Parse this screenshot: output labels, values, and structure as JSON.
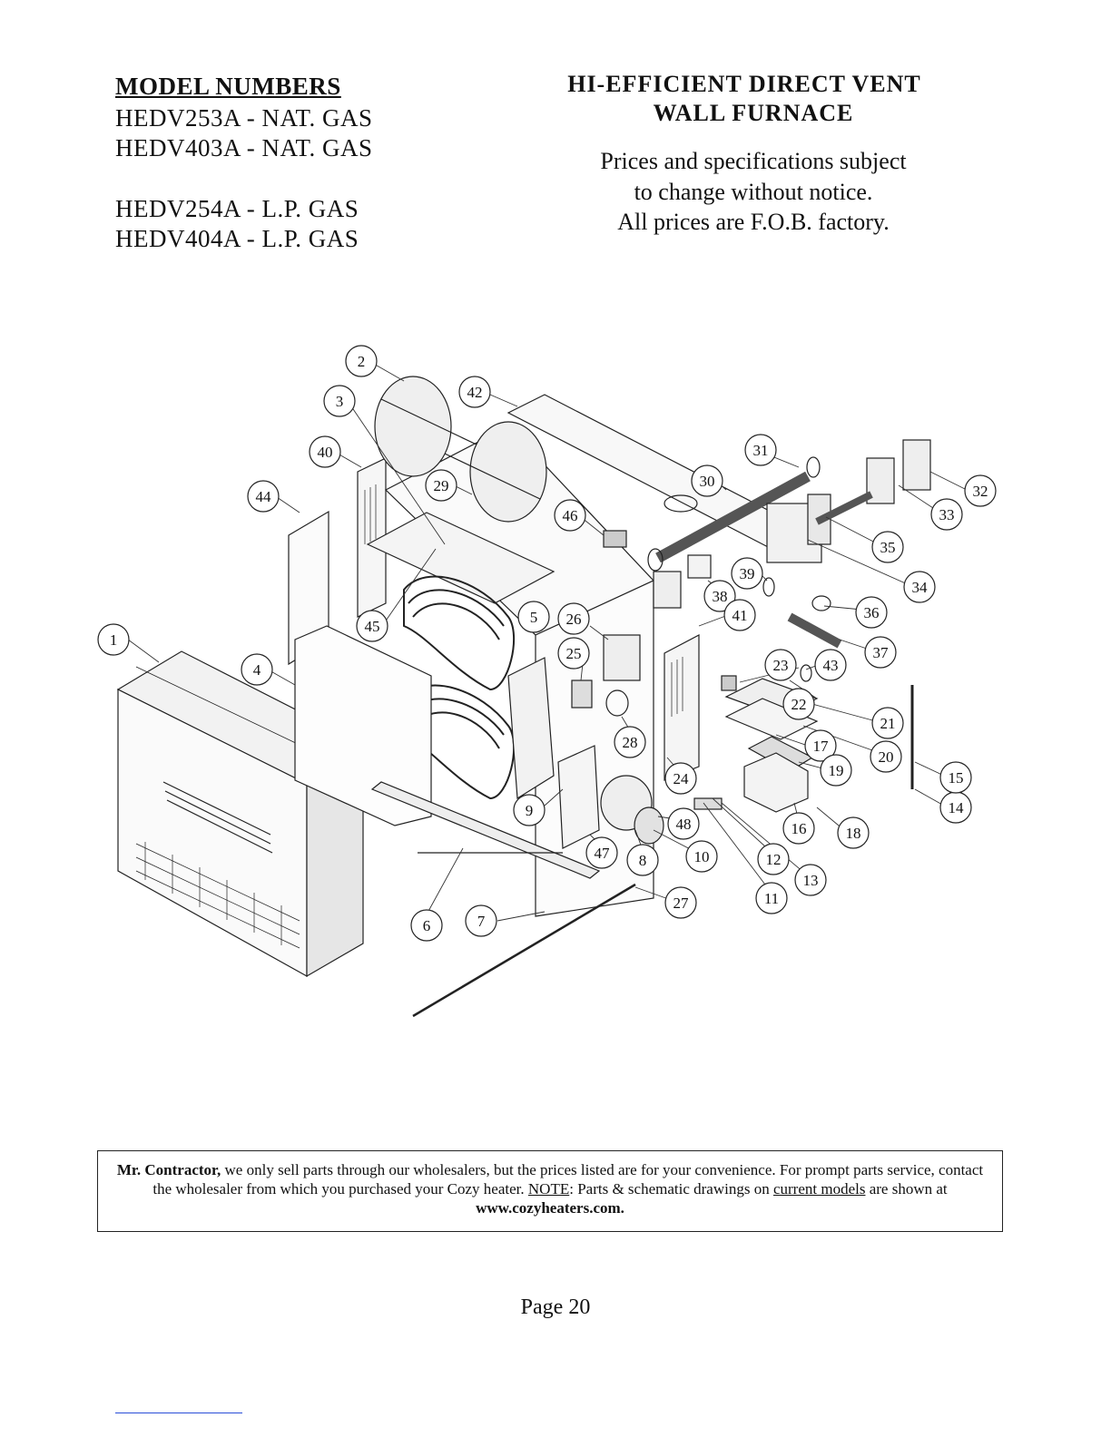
{
  "models": {
    "heading": "MODEL NUMBERS",
    "lines": [
      "HEDV253A - NAT. GAS",
      "HEDV403A - NAT. GAS",
      "HEDV254A - L.P. GAS",
      "HEDV404A - L.P. GAS"
    ]
  },
  "title": {
    "line1": "HI-EFFICIENT DIRECT VENT",
    "line2": "WALL FURNACE"
  },
  "notice": [
    "Prices and specifications subject",
    "to change without notice.",
    "All prices are F.O.B. factory."
  ],
  "diagram": {
    "callouts": [
      "1",
      "2",
      "3",
      "4",
      "5",
      "6",
      "7",
      "8",
      "9",
      "10",
      "11",
      "12",
      "13",
      "14",
      "15",
      "16",
      "17",
      "18",
      "19",
      "20",
      "21",
      "22",
      "23",
      "24",
      "25",
      "26",
      "27",
      "28",
      "29",
      "30",
      "31",
      "32",
      "33",
      "34",
      "35",
      "36",
      "37",
      "38",
      "39",
      "40",
      "41",
      "42",
      "43",
      "44",
      "45",
      "46",
      "47",
      "48"
    ]
  },
  "contractor": {
    "lead": "Mr. Contractor,",
    "text1": " we only sell parts through our wholesalers, but the prices listed are for your convenience. For prompt parts service, contact the wholesaler from which you purchased your Cozy heater. ",
    "note": "NOTE",
    "text2": ": Parts & schematic drawings on ",
    "current_models": "current models",
    "text3": " are shown at ",
    "website": "www.cozyheaters.com."
  },
  "page": {
    "number": "Page 20"
  }
}
